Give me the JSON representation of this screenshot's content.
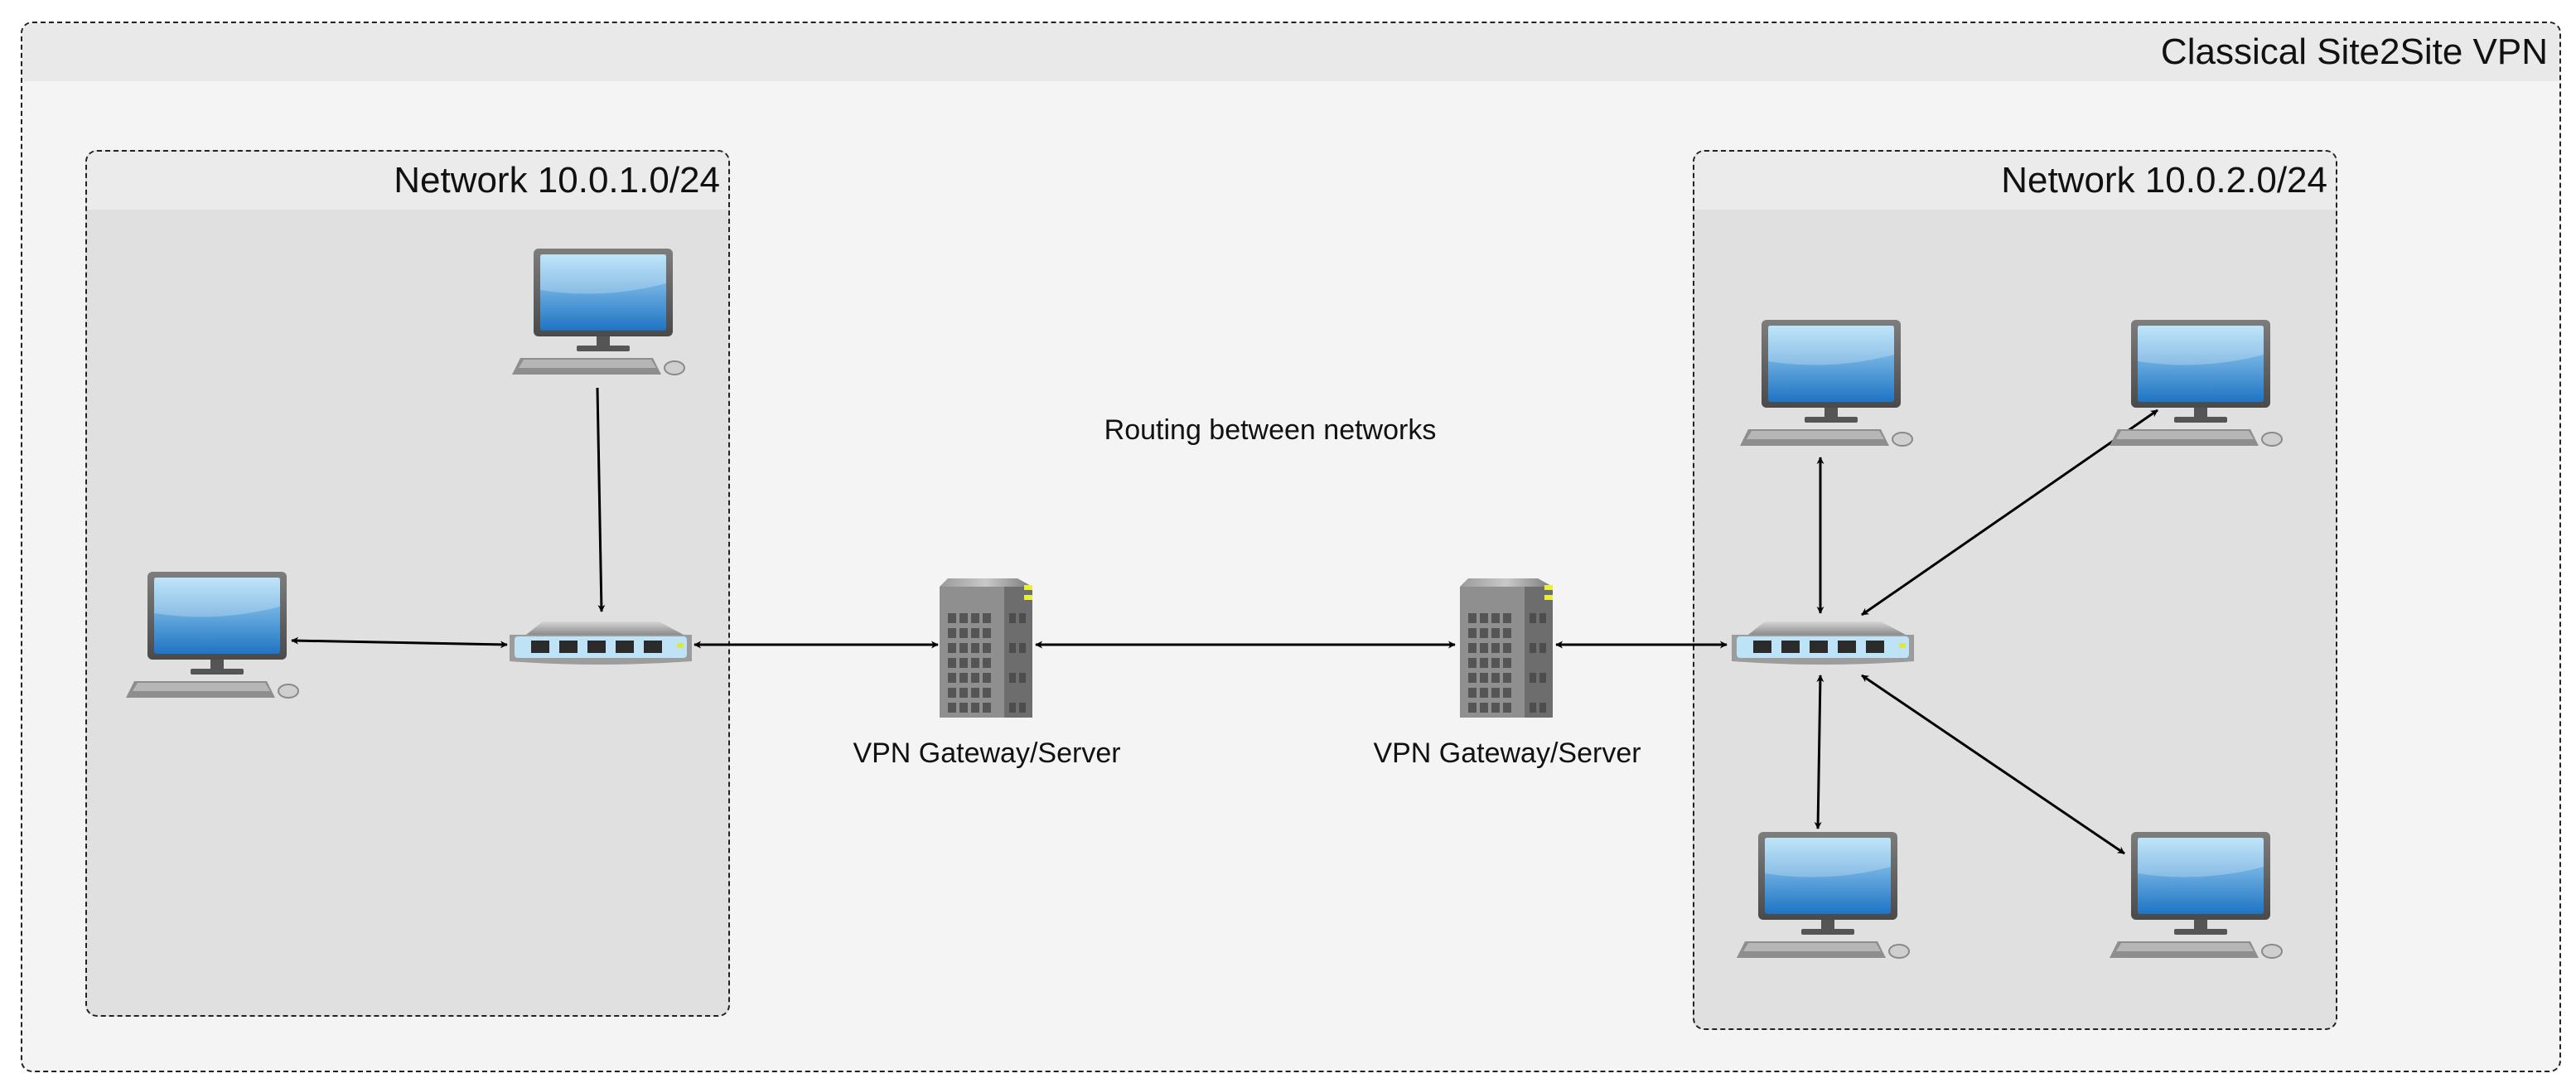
{
  "outer_group": {
    "title": "Classical Site2Site VPN"
  },
  "network_left": {
    "title": "Network 10.0.1.0/24"
  },
  "network_right": {
    "title": "Network 10.0.2.0/24"
  },
  "routing_note": "Routing between networks",
  "gateway_left": {
    "label": "VPN Gateway/Server"
  },
  "gateway_right": {
    "label": "VPN Gateway/Server"
  },
  "icons": {
    "workstation": "desktop-computer-icon",
    "switch": "network-switch-icon",
    "server": "server-tower-icon"
  },
  "colors": {
    "screen_top": "#a9dcf7",
    "screen_bottom": "#1f74c4",
    "border_dashed": "#222222",
    "outer_fill": "#f4f4f4",
    "network_fill": "#e0e0e0"
  }
}
